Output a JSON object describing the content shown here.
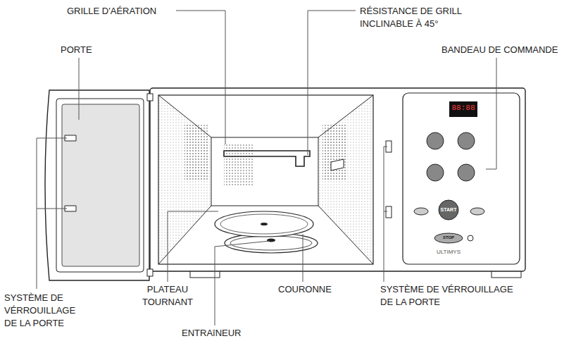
{
  "diagram": {
    "labels": [
      "GRILLE D'AÉRATION",
      "RÉSISTANCE DE GRILL INCLINABLE À 45°",
      "PORTE",
      "BANDEAU DE COMMANDE",
      "88:88",
      "START",
      "STOP",
      "ULTIMYS",
      "SYSTÈME DE VÉRROUILLAGE DE LA PORTE",
      "PLATEAU TOURNANT",
      "COURONNE",
      "SYSTÈME DE VÉRROUILLAGE DE LA PORTE",
      "ENTRAîNEUR"
    ]
  }
}
